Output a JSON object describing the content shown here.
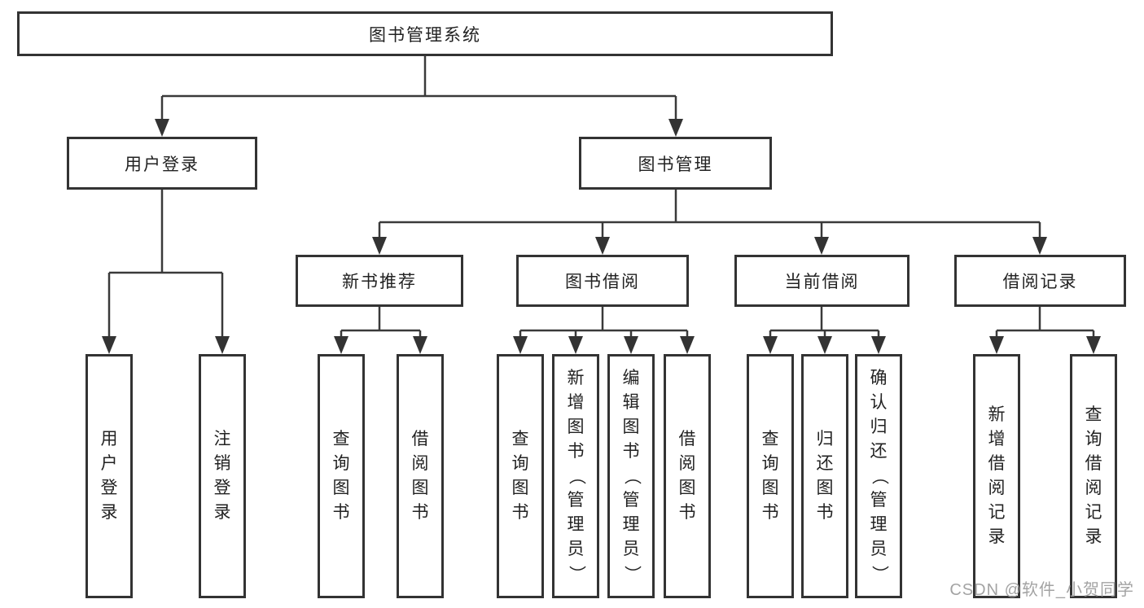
{
  "diagram": {
    "root": {
      "label": "图书管理系统"
    },
    "level2": [
      {
        "label": "用户登录"
      },
      {
        "label": "图书管理"
      }
    ],
    "level3": [
      {
        "label": "新书推荐"
      },
      {
        "label": "图书借阅"
      },
      {
        "label": "当前借阅"
      },
      {
        "label": "借阅记录"
      }
    ],
    "leaves": {
      "user_login": [
        "用户登录",
        "注销登录"
      ],
      "new_books": [
        "查询图书",
        "借阅图书"
      ],
      "borrow": [
        "查询图书",
        "新增图书（管理员）",
        "编辑图书（管理员）",
        "借阅图书"
      ],
      "current": [
        "查询图书",
        "归还图书",
        "确认归还（管理员）"
      ],
      "records": [
        "新增借阅记录",
        "查询借阅记录"
      ]
    },
    "colors": {
      "line": "#3a3a3a",
      "border": "#333333",
      "text": "#222222",
      "watermark": "#9e9e9e"
    },
    "watermark": "CSDN @软件_小贺同学"
  }
}
